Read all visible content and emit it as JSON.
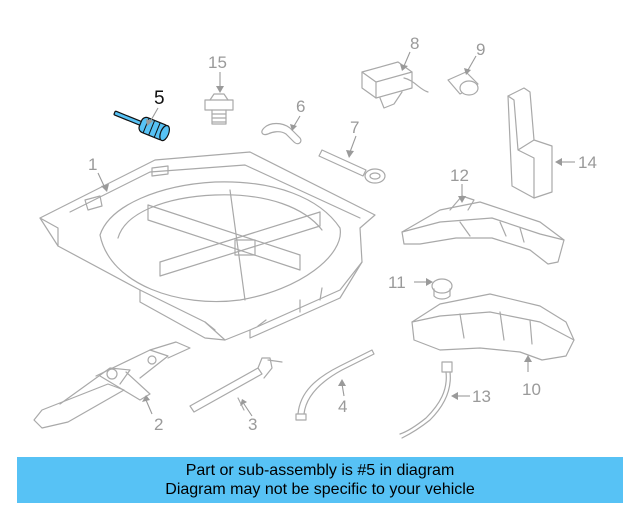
{
  "callouts": {
    "c1": "1",
    "c2": "2",
    "c3": "3",
    "c4": "4",
    "c5": "5",
    "c6": "6",
    "c7": "7",
    "c8": "8",
    "c9": "9",
    "c10": "10",
    "c11": "11",
    "c12": "12",
    "c13": "13",
    "c14": "14",
    "c15": "15"
  },
  "highlight_color": "#57c2f5",
  "banner": {
    "line1": "Part or sub-assembly is #5 in diagram",
    "line2": "Diagram may not be specific to your vehicle",
    "color": "#57c2f5"
  }
}
